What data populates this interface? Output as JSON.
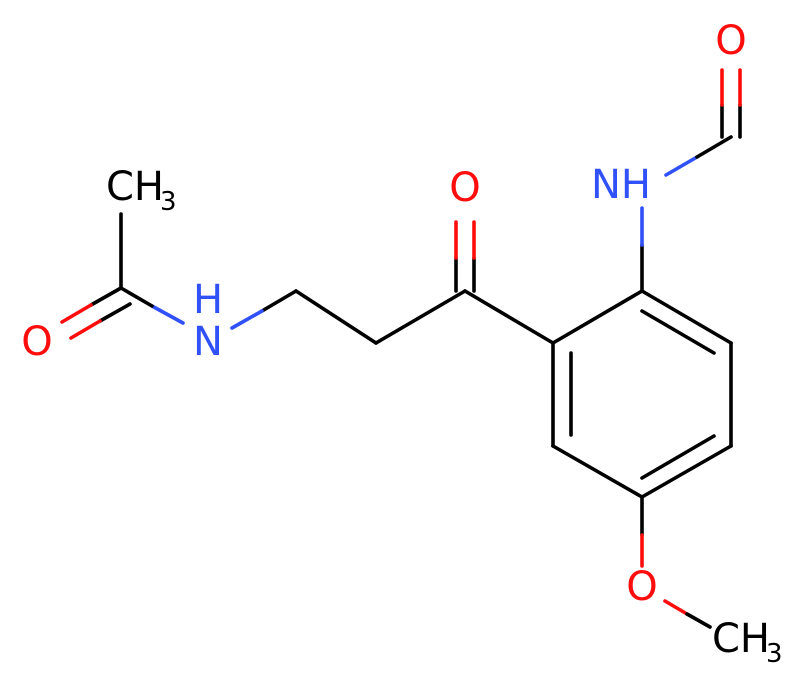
{
  "colors": {
    "bond": "#000000",
    "oxygen": "#ff0d0d",
    "nitrogen": "#3050f8",
    "carbon": "#000000"
  },
  "atoms": {
    "o_formyl": "O",
    "nh_formamide": "NH",
    "o_ketone": "O",
    "ch3_acetyl_main": "CH",
    "ch3_acetyl_sub": "3",
    "o_acetyl": "O",
    "nh_amide": "N",
    "h_amide": "H",
    "o_methoxy": "O",
    "ch3_methoxy_main": "CH",
    "ch3_methoxy_sub": "3"
  }
}
